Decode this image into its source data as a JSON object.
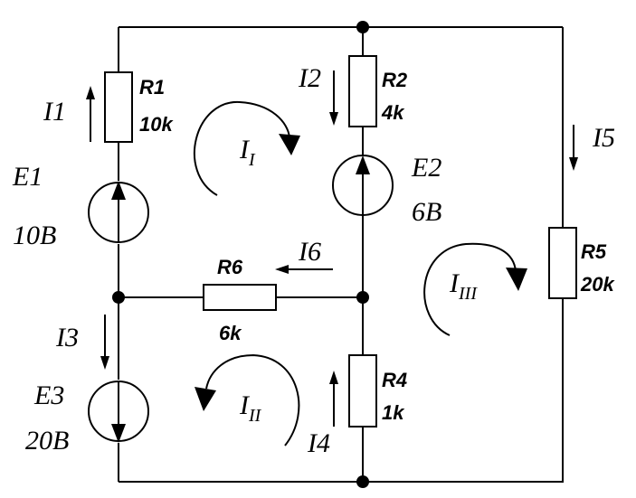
{
  "resistors": {
    "r1": {
      "name": "R1",
      "value": "10k"
    },
    "r2": {
      "name": "R2",
      "value": "4k"
    },
    "r4": {
      "name": "R4",
      "value": "1k"
    },
    "r5": {
      "name": "R5",
      "value": "20k"
    },
    "r6": {
      "name": "R6",
      "value": "6k"
    }
  },
  "sources": {
    "e1": {
      "name": "E1",
      "value": "10B"
    },
    "e2": {
      "name": "E2",
      "value": "6B"
    },
    "e3": {
      "name": "E3",
      "value": "20B"
    }
  },
  "currents": {
    "i1": "I1",
    "i2": "I2",
    "i3": "I3",
    "i4": "I4",
    "i5": "I5",
    "i6": "I6"
  },
  "loops": {
    "l1": {
      "base": "I",
      "sub": "I"
    },
    "l2": {
      "base": "I",
      "sub": "II"
    },
    "l3": {
      "base": "I",
      "sub": "III"
    }
  }
}
